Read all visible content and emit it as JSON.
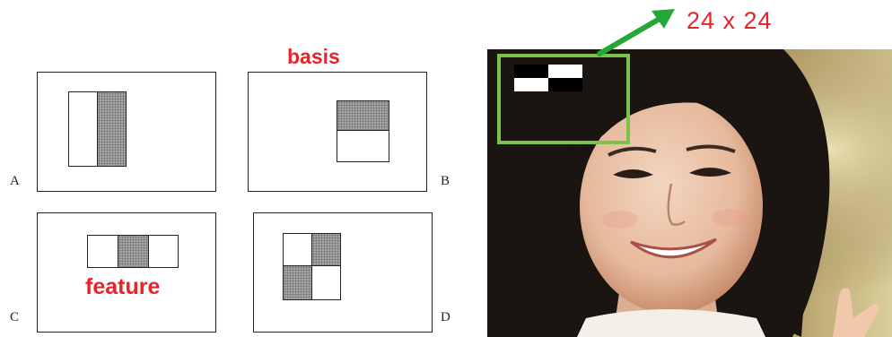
{
  "labels": {
    "basis": "basis",
    "feature": "feature",
    "size": "24 x 24"
  },
  "panels": [
    {
      "id": "A",
      "letter": "A"
    },
    {
      "id": "B",
      "letter": "B"
    },
    {
      "id": "C",
      "letter": "C"
    },
    {
      "id": "D",
      "letter": "D"
    }
  ],
  "colors": {
    "label_red": "#e8232a",
    "highlight_green": "#7cc24a",
    "arrow_green": "#26a634",
    "haar_gray": "#a9a9a9",
    "frame_black": "#222222"
  },
  "photo": {
    "subject": "smiling woman with dark hair"
  }
}
